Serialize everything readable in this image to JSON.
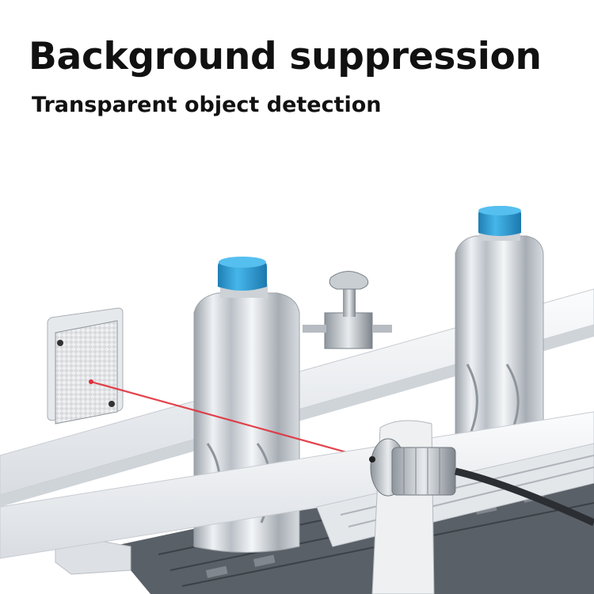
{
  "header": {
    "title": "Background suppression",
    "subtitle": "Transparent object detection"
  },
  "scene": {
    "items": [
      "reflector",
      "transparent-bottle",
      "mounting-clamp",
      "transparent-bottle",
      "photoelectric-sensor",
      "laser-beam",
      "conveyor"
    ],
    "colors": {
      "cap": "#2f9fd6",
      "beam": "#e0303a",
      "rail": "#e9ecef",
      "bottle": "#c9ced4",
      "chain": "#4f555c"
    }
  }
}
